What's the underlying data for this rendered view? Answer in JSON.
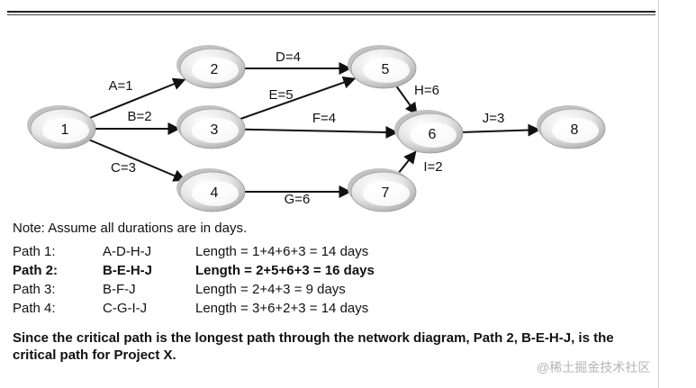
{
  "diagram": {
    "nodes": [
      {
        "id": "node-1",
        "label": "1"
      },
      {
        "id": "node-2",
        "label": "2"
      },
      {
        "id": "node-3",
        "label": "3"
      },
      {
        "id": "node-4",
        "label": "4"
      },
      {
        "id": "node-5",
        "label": "5"
      },
      {
        "id": "node-6",
        "label": "6"
      },
      {
        "id": "node-7",
        "label": "7"
      },
      {
        "id": "node-8",
        "label": "8"
      }
    ],
    "edges": [
      {
        "from": "1",
        "to": "2",
        "label": "A=1"
      },
      {
        "from": "1",
        "to": "3",
        "label": "B=2"
      },
      {
        "from": "1",
        "to": "4",
        "label": "C=3"
      },
      {
        "from": "2",
        "to": "5",
        "label": "D=4"
      },
      {
        "from": "3",
        "to": "5",
        "label": "E=5"
      },
      {
        "from": "3",
        "to": "6",
        "label": "F=4"
      },
      {
        "from": "4",
        "to": "7",
        "label": "G=6"
      },
      {
        "from": "5",
        "to": "6",
        "label": "H=6"
      },
      {
        "from": "7",
        "to": "6",
        "label": "I=2"
      },
      {
        "from": "6",
        "to": "8",
        "label": "J=3"
      }
    ]
  },
  "note": "Note:  Assume all durations are in days.",
  "paths": [
    {
      "name": "Path 1:",
      "sequence": "A-D-H-J",
      "length": "Length = 1+4+6+3 = 14 days",
      "critical": false
    },
    {
      "name": "Path 2:",
      "sequence": "B-E-H-J",
      "length": "Length = 2+5+6+3 = 16 days",
      "critical": true
    },
    {
      "name": "Path 3:",
      "sequence": "B-F-J",
      "length": "Length = 2+4+3 = 9 days",
      "critical": false
    },
    {
      "name": "Path 4:",
      "sequence": "C-G-I-J",
      "length": "Length = 3+6+2+3 = 14 days",
      "critical": false
    }
  ],
  "conclusion": "Since the critical path is the longest path through the network diagram, Path 2, B-E-H-J, is the critical path for Project X.",
  "watermark": "@稀土掘金技术社区"
}
